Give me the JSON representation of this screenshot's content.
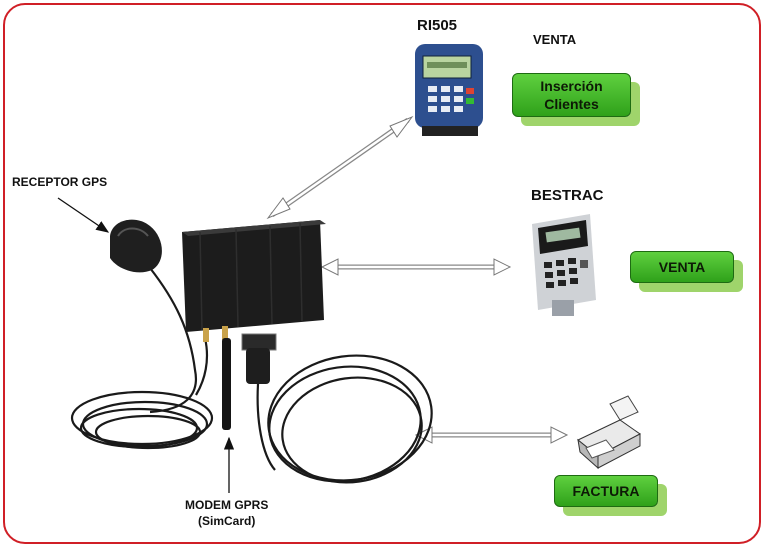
{
  "labels": {
    "ri505": "RI505",
    "venta_top": "VENTA",
    "bestrac": "BESTRAC",
    "receptor_gps": "RECEPTOR GPS",
    "modem_line1": "MODEM GPRS",
    "modem_line2": "(SimCard)"
  },
  "buttons": {
    "insercion_line1": "Inserción",
    "insercion_line2": "Clientes",
    "venta": "VENTA",
    "factura": "FACTURA"
  },
  "colors": {
    "frame": "#d01f26",
    "button_green": "#3cb526",
    "button_shadow": "#9fd46b"
  },
  "icons": [
    "ri505-terminal-icon",
    "bestrac-terminal-icon",
    "printer-icon",
    "gps-antenna-icon",
    "gprs-modem-icon"
  ]
}
